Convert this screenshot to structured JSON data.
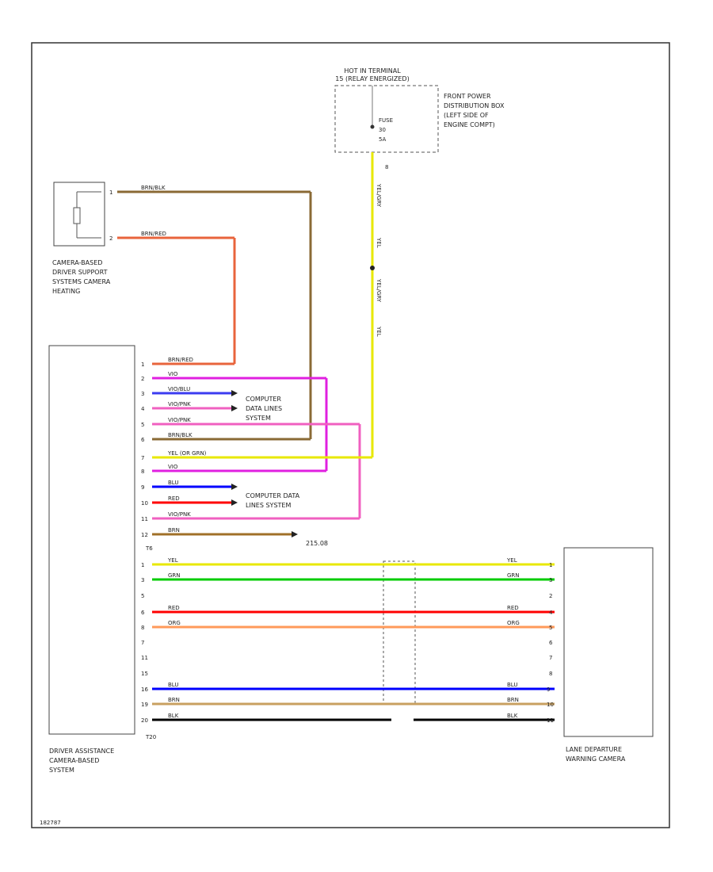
{
  "colors": {
    "brn_blk": "#8a6a35",
    "brn_red": "#e8643c",
    "vio": "#e020e0",
    "vio_blu": "#3c3cf0",
    "vio_pnk": "#f060c0",
    "yel": "#e8e800",
    "blu": "#0000ff",
    "red": "#ff0000",
    "brn": "#a07028",
    "grn": "#00cc00",
    "org": "#ff8c00",
    "blk": "#000000"
  },
  "hot_label": [
    "HOT IN TERMINAL",
    "15 (RELAY ENERGIZED)"
  ],
  "fuse": {
    "label": "FUSE",
    "rating_a": "30",
    "rating_b": "5A"
  },
  "fuse_pin": "8",
  "power_box_label": [
    "FRONT POWER",
    "DISTRIBUTION BOX",
    "(LEFT SIDE OF",
    "ENGINE COMPT)"
  ],
  "vertical_wire_labels": [
    "YEL/GRY",
    "YEL",
    "YEL/GRY",
    "YEL"
  ],
  "heater": {
    "pins": [
      "1",
      "2"
    ],
    "wires": [
      "BRN/BLK",
      "BRN/RED"
    ],
    "label": [
      "CAMERA-BASED",
      "DRIVER SUPPORT",
      "SYSTEMS CAMERA",
      "HEATING"
    ]
  },
  "module": {
    "label": [
      "DRIVER ASSISTANCE",
      "CAMERA-BASED",
      "SYSTEM"
    ],
    "conn_top": "T6",
    "conn_bottom": "T20",
    "upper_rows": [
      {
        "pin": "1",
        "wire": "BRN/RED"
      },
      {
        "pin": "2",
        "wire": "VIO"
      },
      {
        "pin": "3",
        "wire": "VIO/BLU"
      },
      {
        "pin": "4",
        "wire": "VIO/PNK"
      },
      {
        "pin": "5",
        "wire": "VIO/PNK"
      },
      {
        "pin": "6",
        "wire": "BRN/BLK"
      },
      {
        "pin": "7",
        "wire": "YEL (OR GRN)"
      },
      {
        "pin": "8",
        "wire": "VIO"
      },
      {
        "pin": "9",
        "wire": "BLU"
      },
      {
        "pin": "10",
        "wire": "RED"
      },
      {
        "pin": "11",
        "wire": "VIO/PNK"
      },
      {
        "pin": "12",
        "wire": "BRN"
      }
    ],
    "lower_rows": [
      {
        "pin": "1",
        "wire": "YEL",
        "rwire": "YEL",
        "rpin": "1"
      },
      {
        "pin": "3",
        "wire": "GRN",
        "rwire": "GRN",
        "rpin": "3"
      },
      {
        "pin": "5",
        "wire": "",
        "rwire": "",
        "rpin": "2"
      },
      {
        "pin": "6",
        "wire": "RED",
        "rwire": "RED",
        "rpin": "4"
      },
      {
        "pin": "8",
        "wire": "ORG",
        "rwire": "ORG",
        "rpin": "5"
      },
      {
        "pin": "7",
        "wire": "",
        "rwire": "",
        "rpin": "6"
      },
      {
        "pin": "11",
        "wire": "",
        "rwire": "",
        "rpin": "7"
      },
      {
        "pin": "15",
        "wire": "",
        "rwire": "",
        "rpin": "8"
      },
      {
        "pin": "16",
        "wire": "BLU",
        "rwire": "BLU",
        "rpin": "9"
      },
      {
        "pin": "19",
        "wire": "BRN",
        "rwire": "BRN",
        "rpin": "10"
      },
      {
        "pin": "20",
        "wire": "BLK",
        "rwire": "BLK",
        "rpin": "11"
      }
    ]
  },
  "data_lines_1": [
    "COMPUTER",
    "DATA LINES",
    "SYSTEM"
  ],
  "data_lines_2": [
    "COMPUTER DATA",
    "LINES SYSTEM"
  ],
  "ground": "215.08",
  "camera": {
    "label": [
      "LANE DEPARTURE",
      "WARNING CAMERA"
    ]
  },
  "footer_code": "182787"
}
